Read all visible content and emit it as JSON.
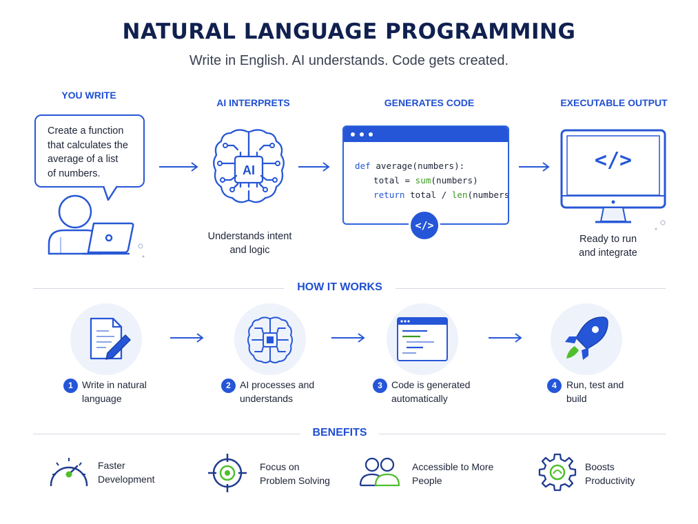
{
  "header": {
    "title": "NATURAL LANGUAGE PROGRAMMING",
    "subtitle": "Write in English. AI understands. Code gets created."
  },
  "flow": {
    "steps": [
      {
        "label": "YOU WRITE"
      },
      {
        "label": "AI INTERPRETS",
        "caption_lines": [
          "Understands intent",
          "and logic"
        ],
        "chip_text": "AI"
      },
      {
        "label": "GENERATES CODE"
      },
      {
        "label": "EXECUTABLE OUTPUT",
        "caption_lines": [
          "Ready to run",
          "and integrate"
        ],
        "screen_glyph": "</>"
      }
    ],
    "prompt_lines": [
      "Create a function",
      "that calculates the",
      "average of a list",
      "of numbers."
    ],
    "code": {
      "line1": {
        "kw": "def",
        "rest": " average(numbers):"
      },
      "line2": {
        "pre": "total = ",
        "fn": "sum",
        "post": "(numbers)"
      },
      "line3": {
        "kw": "return",
        "pre": " total / ",
        "fn": "len",
        "post": "(numbers)"
      },
      "badge_glyph": "</>"
    }
  },
  "how_it_works": {
    "title": "HOW IT WORKS",
    "steps": [
      {
        "num": "1",
        "line1": "Write in natural",
        "line2": "language",
        "icon": "document-pen-icon"
      },
      {
        "num": "2",
        "line1": "AI processes and",
        "line2": "understands",
        "icon": "brain-chip-icon"
      },
      {
        "num": "3",
        "line1": "Code is generated",
        "line2": "automatically",
        "icon": "code-window-icon"
      },
      {
        "num": "4",
        "line1": "Run, test and",
        "line2": "build",
        "icon": "rocket-icon"
      }
    ]
  },
  "benefits": {
    "title": "BENEFITS",
    "items": [
      {
        "line1": "Faster",
        "line2": "Development",
        "icon": "speedometer-icon"
      },
      {
        "line1": "Focus on",
        "line2": "Problem Solving",
        "icon": "target-icon"
      },
      {
        "line1": "Accessible to More",
        "line2": "People",
        "icon": "users-icon"
      },
      {
        "line1": "Boosts",
        "line2": "Productivity",
        "icon": "gear-icon"
      }
    ]
  },
  "colors": {
    "primary": "#2556d8",
    "title": "#10204f",
    "accent_green": "#3a9a1e",
    "soft_bg": "#eef2fb"
  }
}
